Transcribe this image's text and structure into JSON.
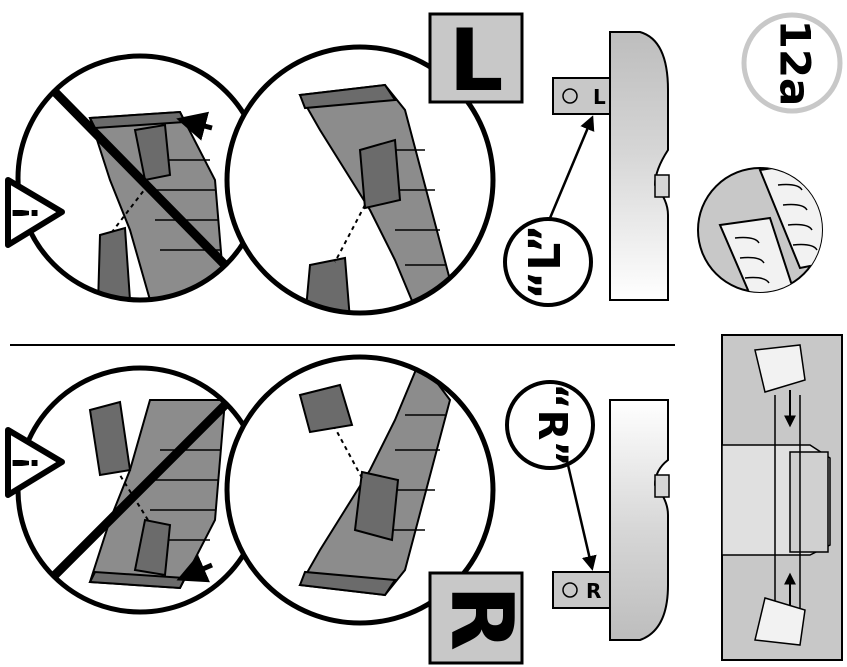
{
  "step": {
    "label": "12a"
  },
  "warning": {
    "top_symbol": "!",
    "bottom_symbol": "!"
  },
  "top": {
    "side_badge": "L",
    "callout": "“L”",
    "tab_letter": "L"
  },
  "bottom": {
    "side_badge": "R",
    "callout": "“R”",
    "tab_letter": "R"
  },
  "colors": {
    "ink": "#000000",
    "part_gray": "#8c8c8c",
    "part_dark": "#6b6b6b",
    "panel_gray": "#c8c8c8",
    "paper": "#ffffff"
  },
  "icons": [
    "warning-triangle-icon",
    "prohibition-icon",
    "arrow-icon"
  ]
}
